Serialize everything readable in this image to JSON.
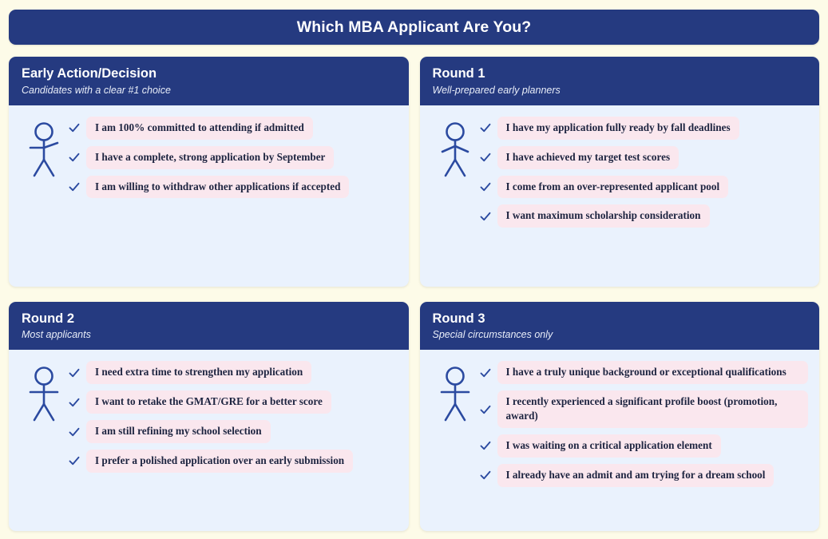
{
  "page": {
    "title": "Which MBA Applicant Are You?",
    "background_color": "#fdfbe8",
    "accent_color": "#253a80",
    "card_body_color": "#eaf2fd",
    "chip_color": "#fae7ee"
  },
  "cards": [
    {
      "id": "early-action-decision",
      "title": "Early Action/Decision",
      "subtitle": "Candidates with a clear #1 choice",
      "figure": "stick-figure-one-arm-raised-icon",
      "items": [
        "I am 100% committed to attending if admitted",
        "I have a complete, strong application by September",
        "I am willing to withdraw other applications if accepted"
      ]
    },
    {
      "id": "round-1",
      "title": "Round 1",
      "subtitle": "Well-prepared early planners",
      "figure": "stick-figure-arms-down-icon",
      "items": [
        "I have my application fully ready by fall deadlines",
        "I have achieved my target test scores",
        "I come from an over-represented applicant pool",
        "I want maximum scholarship consideration"
      ]
    },
    {
      "id": "round-2",
      "title": "Round 2",
      "subtitle": "Most applicants",
      "figure": "stick-figure-arms-out-icon",
      "items": [
        "I need extra time to strengthen my application",
        "I want to retake the GMAT/GRE for a better score",
        "I am still refining my school selection",
        "I prefer a polished application over an early submission"
      ]
    },
    {
      "id": "round-3",
      "title": "Round 3",
      "subtitle": "Special circumstances only",
      "figure": "stick-figure-arms-out-icon",
      "items": [
        "I have a truly unique background or exceptional qualifications",
        "I recently experienced a significant profile boost (promotion, award)",
        "I was waiting on a critical application element",
        "I already have an admit and am trying for a dream school"
      ]
    }
  ],
  "icons": {
    "check": "check-icon",
    "stick_figure": "stick-figure-icon"
  }
}
